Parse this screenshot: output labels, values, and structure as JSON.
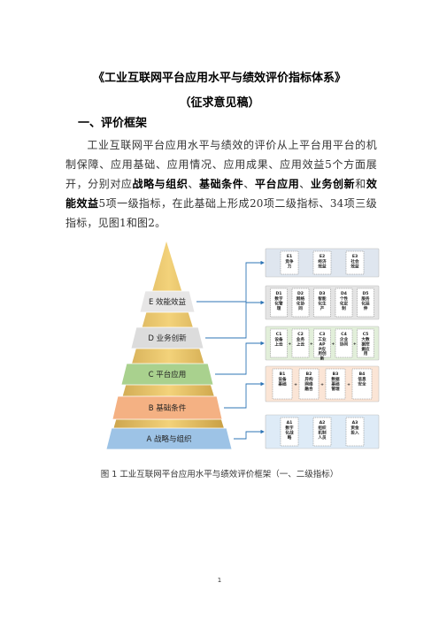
{
  "doc": {
    "title": "《工业互联网平台应用水平与绩效评价指标体系》",
    "subtitle": "（征求意见稿）",
    "section_heading": "一、评价框架",
    "paragraph": {
      "p1": "工业互联网平台应用水平与绩效的评价从上平台用平台的机制保障、应用基础、应用情况、应用成果、应用效益5个方面展开，分别对应",
      "b1": "战略与组织",
      "s1": "、",
      "b2": "基础条件",
      "s2": "、",
      "b3": "平台应用",
      "s3": "、",
      "b4": "业务创新",
      "s4": "和",
      "b5": "效能效益",
      "p2": "5项一级指标，在此基础上形成20项二级指标、34项三级指标，见图1和图2。"
    },
    "figure_caption": "图 1  工业互联网平台应用水平与绩效评价框架（一、二级指标）",
    "page_number": "1"
  },
  "pyramid": {
    "levels": [
      {
        "label": "E 效能效益",
        "color": "#e7e6e6"
      },
      {
        "label": "D 业务创新",
        "color": "#dcdcdc"
      },
      {
        "label": "C 平台应用",
        "color": "#a9d18e"
      },
      {
        "label": "B 基础条件",
        "color": "#f4b183"
      },
      {
        "label": "A 战略与组织",
        "color": "#9dc3e6"
      }
    ]
  },
  "indicator_rows": [
    {
      "row": "E",
      "bg": "#dfe6ef",
      "items": [
        [
          "E1",
          "竞争力"
        ],
        [
          "E2",
          "经济效益"
        ],
        [
          "E3",
          "社会效益"
        ]
      ]
    },
    {
      "row": "D",
      "bg": "#e4e4e4",
      "items": [
        [
          "D1",
          "数字化管理"
        ],
        [
          "D2",
          "网络化协同"
        ],
        [
          "D3",
          "智能化生产"
        ],
        [
          "D4",
          "个性化定制"
        ],
        [
          "D5",
          "服务化延伸"
        ]
      ]
    },
    {
      "row": "C",
      "bg": "#e2efda",
      "items": [
        [
          "C1",
          "设备上云"
        ],
        [
          "C2",
          "业务上云"
        ],
        [
          "C3",
          "工业APP应用创新"
        ],
        [
          "C4",
          "企业协同"
        ],
        [
          "C5",
          "大数据挖掘应用"
        ]
      ]
    },
    {
      "row": "B",
      "bg": "#fbe5d6",
      "items": [
        [
          "B1",
          "设备基础"
        ],
        [
          "B2",
          "异构网络融合"
        ],
        [
          "B3",
          "数据基础管理"
        ],
        [
          "B4",
          "信息安全"
        ]
      ]
    },
    {
      "row": "A",
      "bg": "#deebf7",
      "items": [
        [
          "A1",
          "数字化战略"
        ],
        [
          "A2",
          "组织机制人员"
        ],
        [
          "A3",
          "资金投入"
        ]
      ]
    }
  ],
  "colors": {
    "accent_blue": "#2e75b6",
    "border": "#7f7f7f"
  }
}
